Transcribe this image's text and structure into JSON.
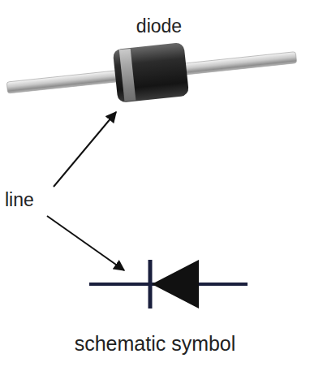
{
  "diagram": {
    "labels": [
      "diode",
      "line",
      "schematic symbol"
    ]
  }
}
